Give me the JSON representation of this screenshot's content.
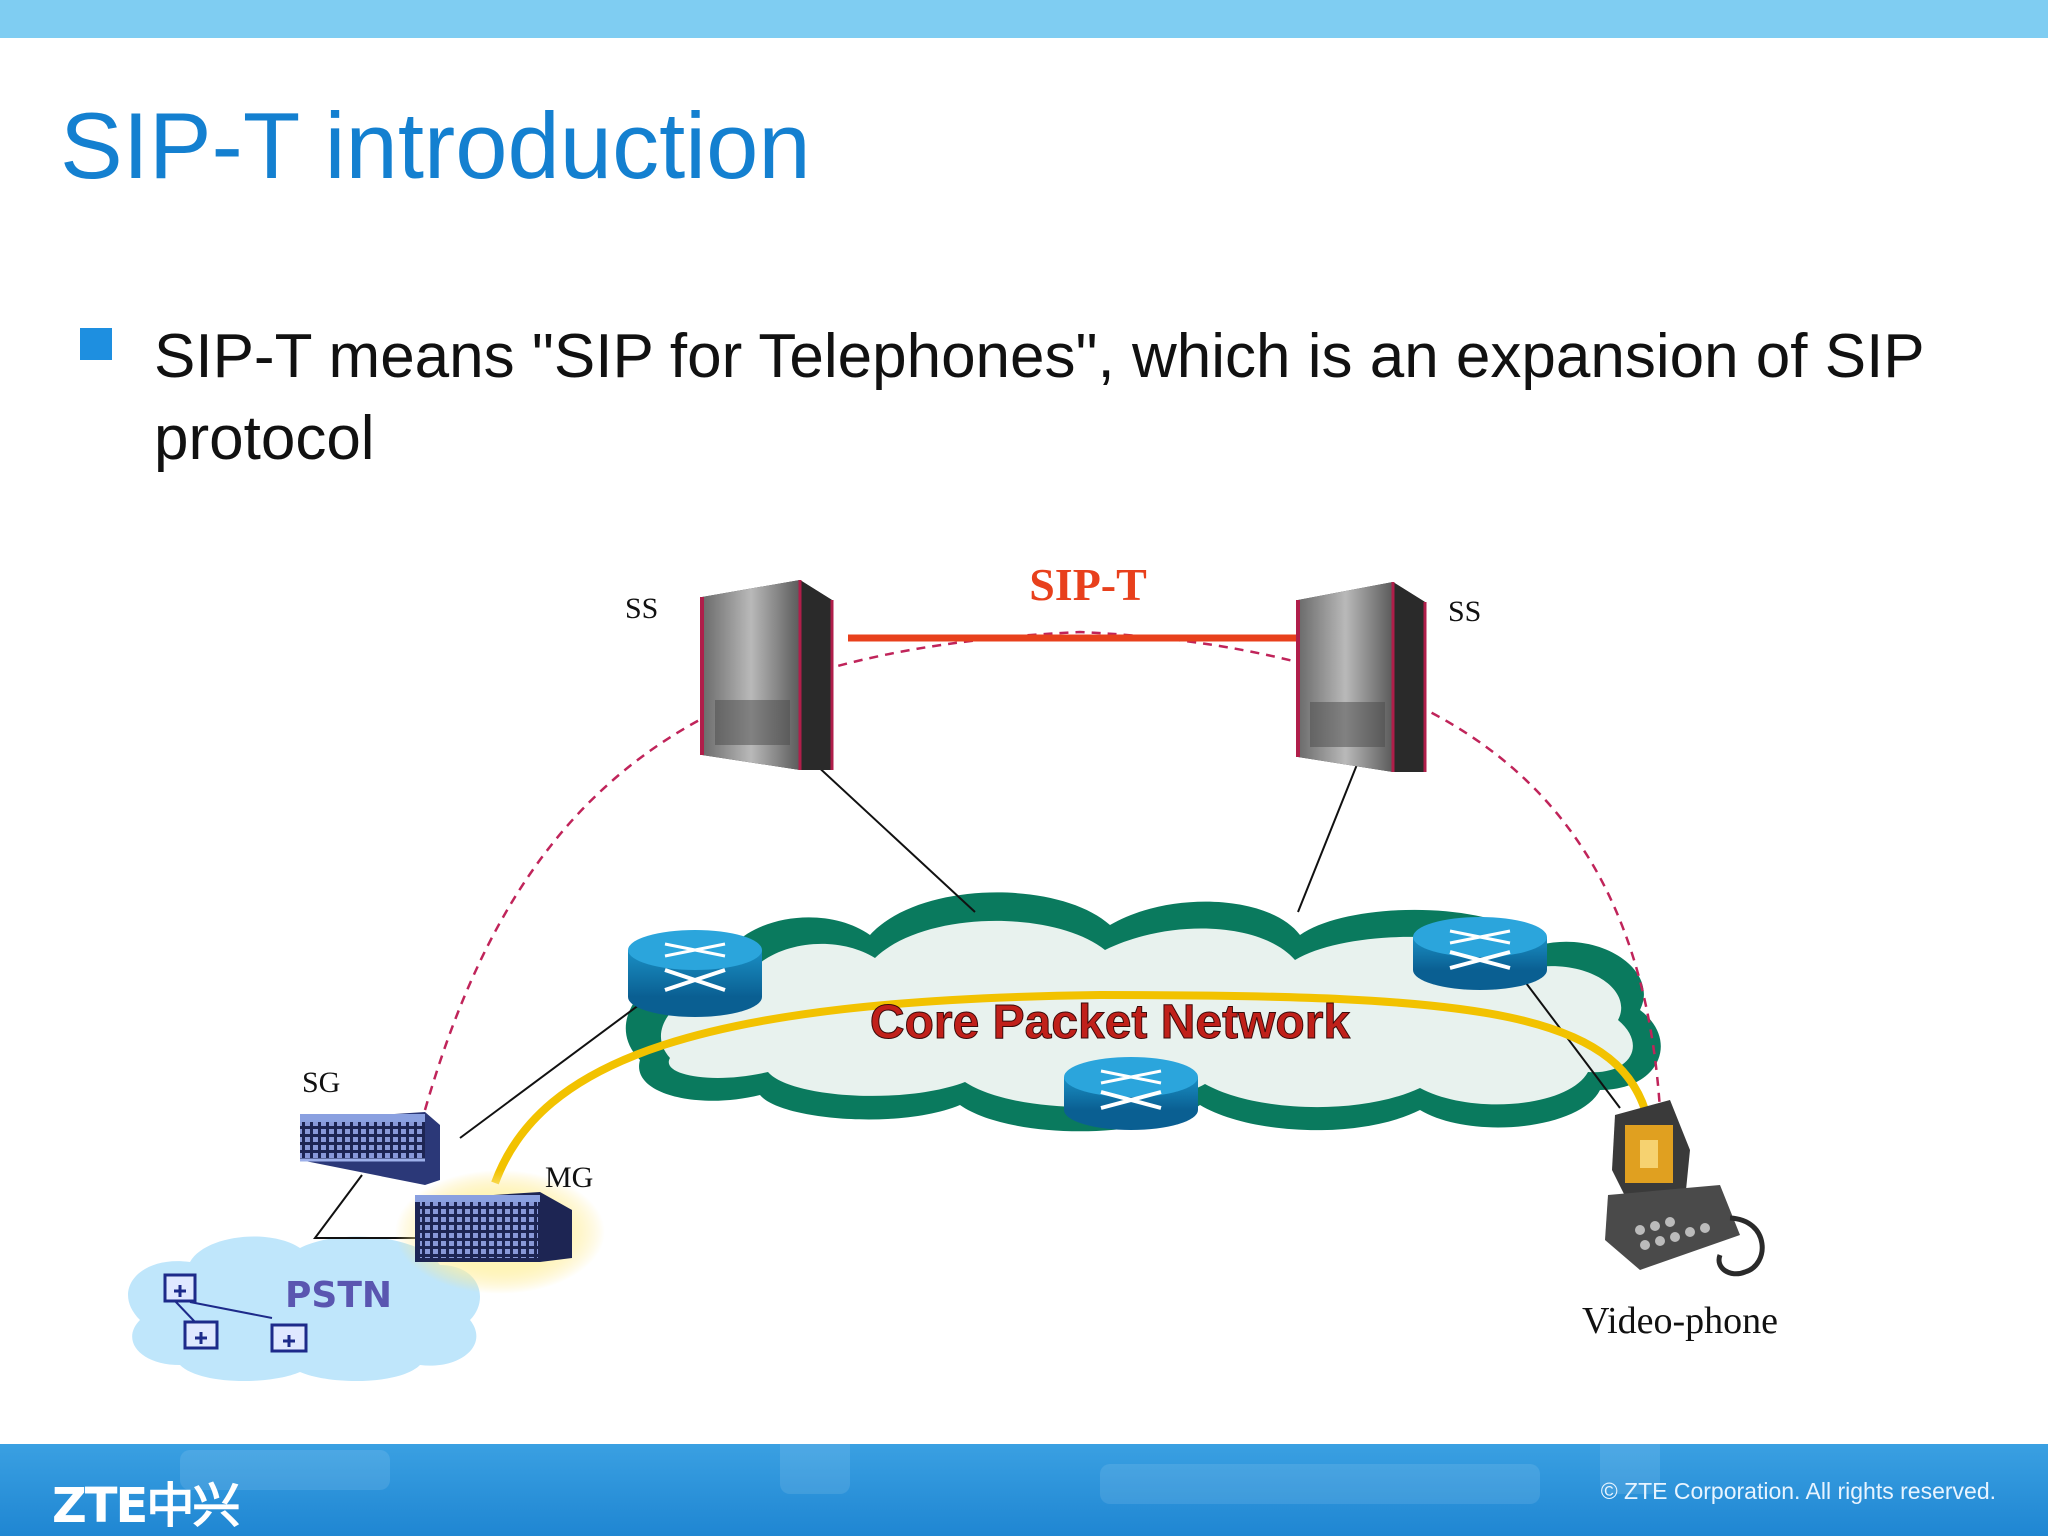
{
  "slide": {
    "title": "SIP-T introduction",
    "bullet": "SIP-T means \"SIP for Telephones\", which is an expansion of SIP protocol"
  },
  "diagram": {
    "sip_t_label": "SIP-T",
    "ss_left_label": "SS",
    "ss_right_label": "SS",
    "cloud_label": "Core Packet Network",
    "sg_label": "SG",
    "mg_label": "MG",
    "pstn_label": "PSTN",
    "videophone_label": "Video-phone"
  },
  "footer": {
    "logo": "ZTE中兴",
    "copyright": "© ZTE Corporation. All rights reserved."
  },
  "colors": {
    "title": "#1480d0",
    "sip_t": "#e8401c",
    "cloud_fill": "#e8f2ee",
    "cloud_border": "#0a7a5e",
    "route": "#f2c200",
    "signal_dashed": "#c0245a"
  }
}
